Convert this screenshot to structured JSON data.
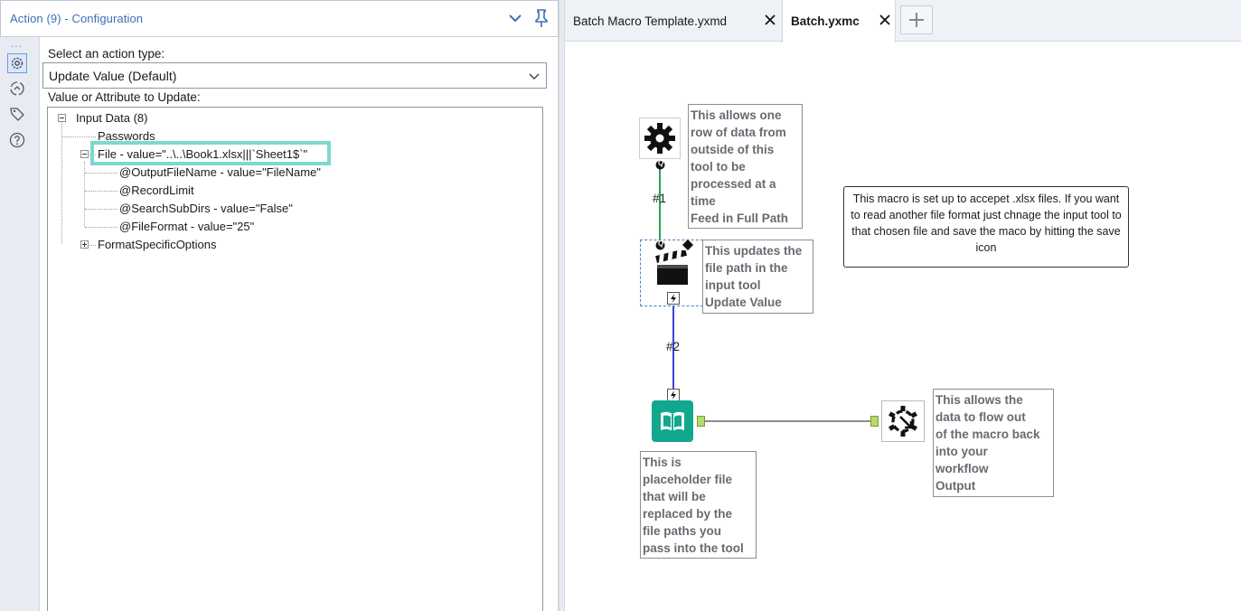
{
  "config": {
    "title": "Action (9) - Configuration",
    "action_type_label": "Select an action type:",
    "action_type_value": "Update Value (Default)",
    "update_label": "Value or Attribute to Update:",
    "tree": {
      "root": "Input Data (8)",
      "passwords": "Passwords",
      "file": "File - value=\"..\\..\\Book1.xlsx|||`Sheet1$`\"",
      "output_file_name": "@OutputFileName - value=\"FileName\"",
      "record_limit": "@RecordLimit",
      "search_subdirs": "@SearchSubDirs - value=\"False\"",
      "file_format": "@FileFormat - value=\"25\"",
      "format_specific": "FormatSpecificOptions"
    }
  },
  "rail": {
    "dots": "..."
  },
  "tabs": [
    {
      "label": "Batch Macro Template.yxmd"
    },
    {
      "label": "Batch.yxmc"
    }
  ],
  "canvas": {
    "annotations": {
      "control_param": "This allows one\nrow of data from\noutside of this\ntool to be\nprocessed at a\ntime\nFeed in Full Path",
      "action": "This updates the\nfile path in the\ninput tool\nUpdate Value",
      "input": "This is\nplaceholder file\nthat will be\nreplaced by the\nfile paths you\npass into the tool",
      "macro_output": "This allows the\ndata to flow out\nof the macro back\ninto your\nworkflow\nOutput"
    },
    "comment": "This macro is set up to accepet .xlsx files. If you want to read another file format just chnage the input tool to that chosen file and save the maco by hitting the save icon",
    "connection_labels": [
      "#1",
      "#2"
    ],
    "anchor_q": "Q",
    "colors": {
      "green_conn": "#2f9e56",
      "blue_conn": "#3a44d6",
      "input_teal": "#11a88e",
      "grey_conn": "#666666"
    }
  }
}
